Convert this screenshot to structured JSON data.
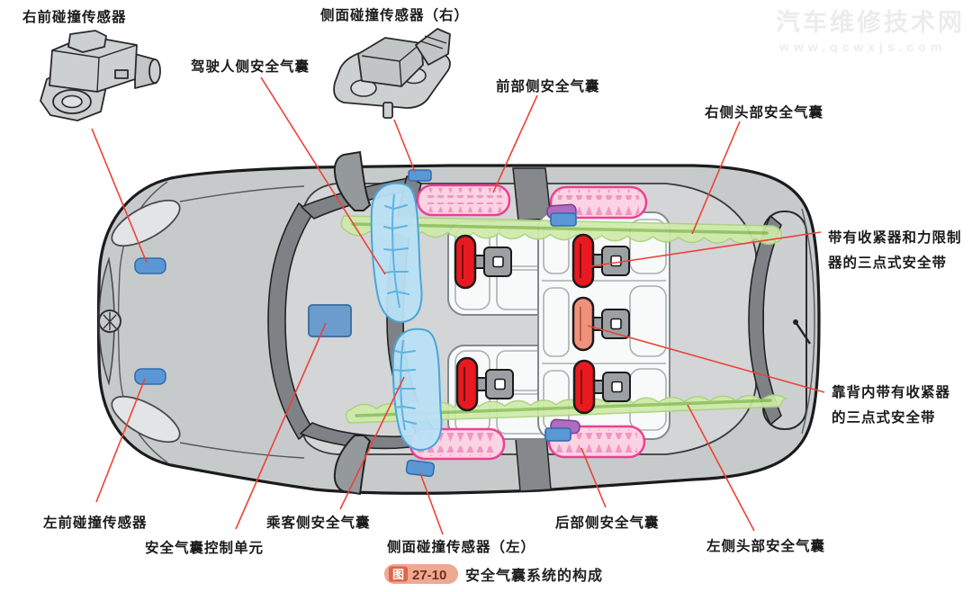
{
  "watermark": {
    "line1": "汽车维修技术网",
    "line2": "www.qcwxjs.com"
  },
  "labels": {
    "front_right_crash_sensor": "右前碰撞传感器",
    "side_crash_sensor_right": "侧面碰撞传感器（右）",
    "driver_airbag": "驾驶人侧安全气囊",
    "front_side_airbag": "前部侧安全气囊",
    "right_head_airbag": "右侧头部安全气囊",
    "belt_pretensioner_line1": "带有收紧器和力限制",
    "belt_pretensioner_line2": "器的三点式安全带",
    "belt_backrest_line1": "靠背内带有收紧器",
    "belt_backrest_line2": "的三点式安全带",
    "front_left_crash_sensor": "左前碰撞传感器",
    "airbag_control_unit": "安全气囊控制单元",
    "passenger_airbag": "乘客侧安全气囊",
    "side_crash_sensor_left": "侧面碰撞传感器（左）",
    "rear_side_airbag": "后部侧安全气囊",
    "left_head_airbag": "左侧头部安全气囊"
  },
  "caption": {
    "figure_tag": "图",
    "figure_number": "27-10",
    "title": "安全气囊系统的构成"
  },
  "colors": {
    "body_gray": "#c7cacb",
    "cabin_gray": "#d3d5d6",
    "pillar_gray": "#7e8286",
    "airbag_pink": "#fbd3e3",
    "airbag_pink_border": "#ee3f93",
    "curtain_green": "#cfeaaa",
    "curtain_green_line": "#8fc45c",
    "front_airbag_blue": "#b9e0f6",
    "belt_red": "#e8191f",
    "belt_orange": "#f0917c",
    "sensor_blue": "#5b97d4",
    "control_unit_blue": "#6b9cce",
    "leader_red": "#ee4136",
    "caption_badge": "#edaa93",
    "caption_tile": "#e2634a",
    "watermark_gray": "#ececec"
  }
}
